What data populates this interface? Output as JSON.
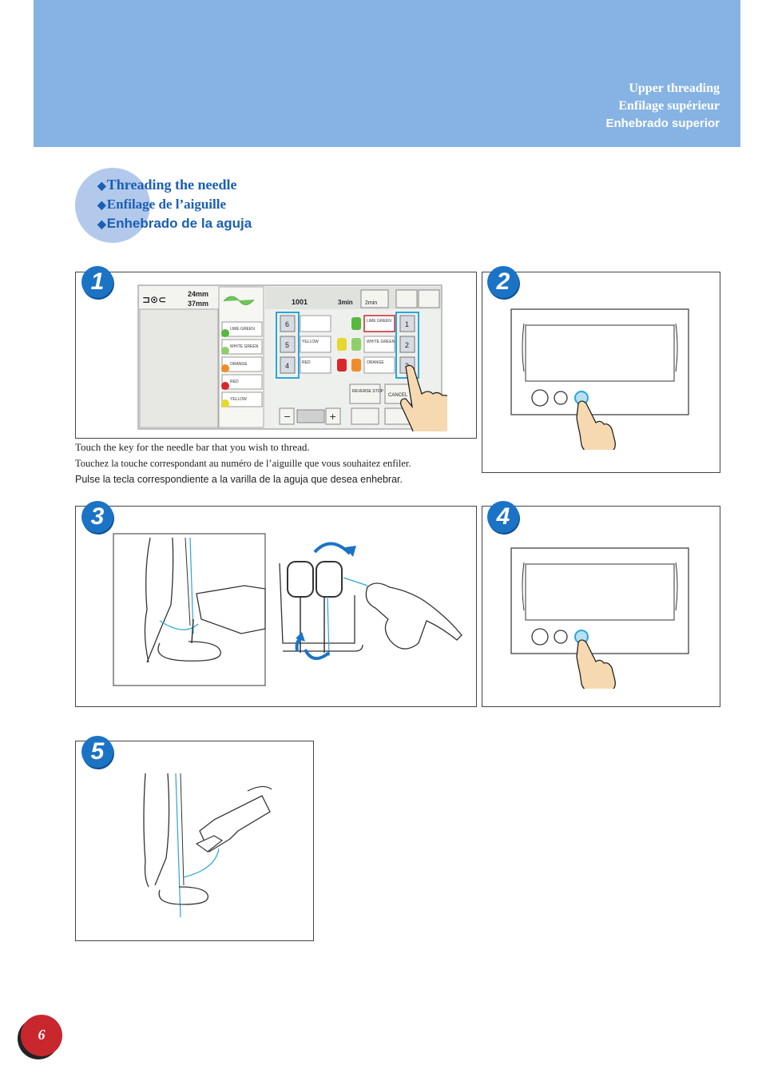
{
  "header": {
    "title_en": "Upper threading",
    "title_fr": "Enfilage supérieur",
    "title_es": "Enhebrado superior"
  },
  "section": {
    "bullet": "◆",
    "title_en": "Threading the needle",
    "title_fr": "Enfilage de l’aiguille",
    "title_es": "Enhebrado de la aguja"
  },
  "steps": [
    {
      "number": "1"
    },
    {
      "number": "2"
    },
    {
      "number": "3"
    },
    {
      "number": "4"
    },
    {
      "number": "5"
    }
  ],
  "step1_caption": {
    "en": "Touch the key for the needle bar that you wish to thread.",
    "fr": "Touchez la touche correspondant au numéro de l’aiguille que vous souhaitez enfiler.",
    "es": "Pulse la tecla correspondiente a la varilla de la aguja que desea enhebrar."
  },
  "screen": {
    "width_value": "24mm",
    "height_value": "37mm",
    "stitch_value": "1001",
    "time_value": "3min",
    "speed_value": "2min",
    "needle_keys_left": [
      "6",
      "5",
      "4"
    ],
    "needle_keys_right": [
      "1",
      "2",
      "3"
    ],
    "color_rows": [
      {
        "label": "LIME GREEN",
        "color": "#59b83e"
      },
      {
        "label": "WHITE GREEN",
        "color": "#8fcf6a"
      },
      {
        "label": "ORANGE",
        "color": "#f08c2a"
      },
      {
        "label": "RED",
        "color": "#d9262a"
      },
      {
        "label": "YELLOW",
        "color": "#e6d82a"
      }
    ],
    "middle_labels": [
      "YELLOW",
      "RED"
    ],
    "right_labels": [
      "LIME GREEN",
      "WHITE GREEN",
      "ORANGE"
    ],
    "reverse_stop_label": "REVERSE STOP",
    "cancel_label": "CANCEL"
  },
  "page_number": "6",
  "colors": {
    "header": "#86b3e3",
    "accent": "#1b73c6",
    "thread": "#2aa6d9",
    "page_badge": "#c8272e"
  }
}
